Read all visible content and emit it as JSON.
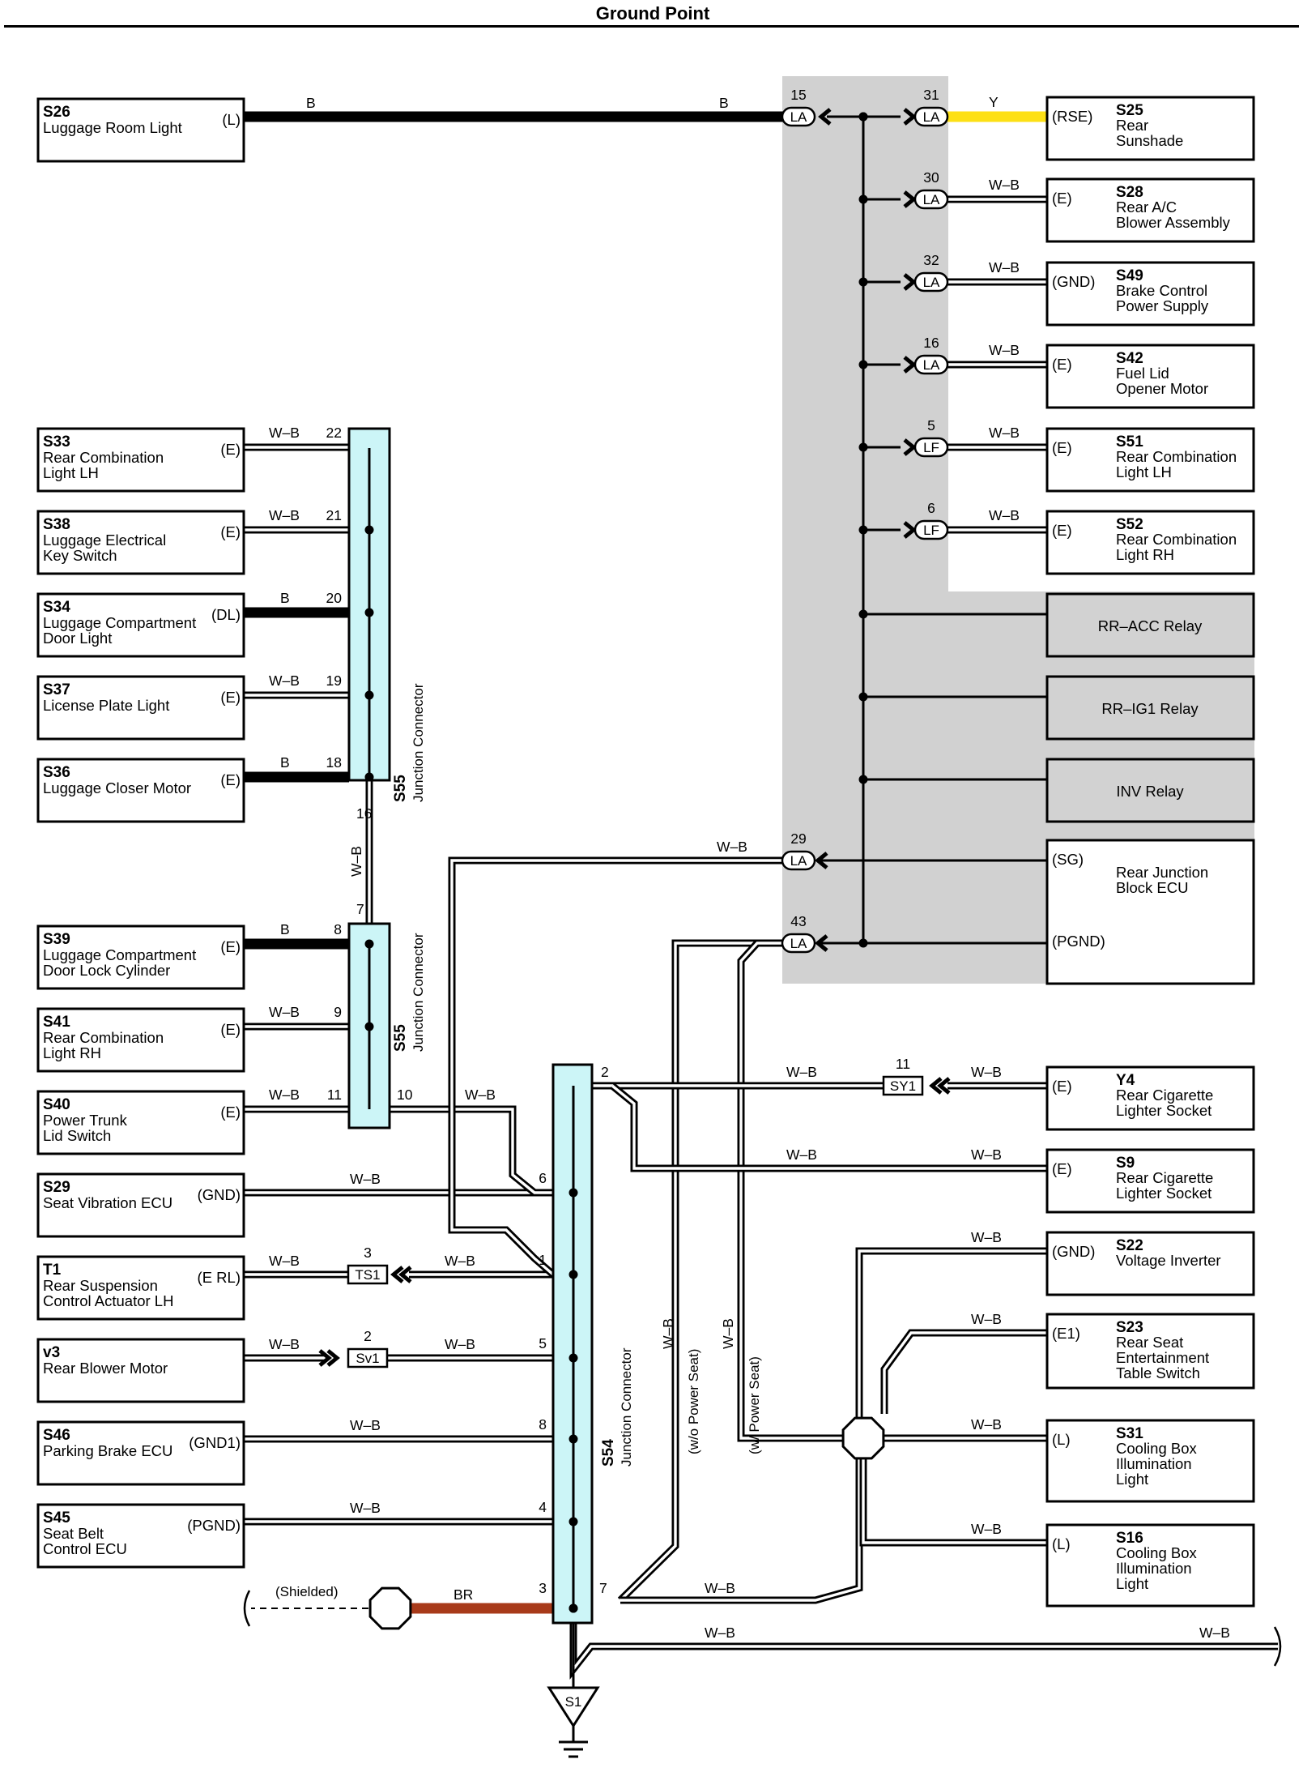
{
  "title": "Ground Point",
  "colors": {
    "yellow_wire": "#fde015",
    "brown_wire": "#a83a1a",
    "junction_fill": "#ccf5f7",
    "junction_block_gray": "#d1d1d1",
    "relay_gray": "#d2d2d2"
  },
  "left_components": [
    {
      "id": "S26",
      "name": [
        "Luggage Room Light"
      ],
      "pin": "(L)",
      "wire": "B"
    },
    {
      "id": "S33",
      "name": [
        "Rear Combination",
        "Light LH"
      ],
      "pin": "(E)",
      "wire": "W–B",
      "num": "22"
    },
    {
      "id": "S38",
      "name": [
        "Luggage Electrical",
        "Key Switch"
      ],
      "pin": "(E)",
      "wire": "W–B",
      "num": "21"
    },
    {
      "id": "S34",
      "name": [
        "Luggage Compartment",
        "Door Light"
      ],
      "pin": "(DL)",
      "wire": "B",
      "num": "20"
    },
    {
      "id": "S37",
      "name": [
        "License Plate Light"
      ],
      "pin": "(E)",
      "wire": "W–B",
      "num": "19"
    },
    {
      "id": "S36",
      "name": [
        "Luggage Closer Motor"
      ],
      "pin": "(E)",
      "wire": "B",
      "num": "18"
    },
    {
      "id": "S39",
      "name": [
        "Luggage Compartment",
        "Door Lock Cylinder"
      ],
      "pin": "(E)",
      "wire": "B",
      "num": "8"
    },
    {
      "id": "S41",
      "name": [
        "Rear Combination",
        "Light RH"
      ],
      "pin": "(E)",
      "wire": "W–B",
      "num": "9"
    },
    {
      "id": "S40",
      "name": [
        "Power Trunk",
        "Lid Switch"
      ],
      "pin": "(E)",
      "wire": "W–B",
      "num": "11"
    },
    {
      "id": "S29",
      "name": [
        "Seat Vibration ECU"
      ],
      "pin": "(GND)",
      "wire": "W–B",
      "num": "6"
    },
    {
      "id": "T1",
      "name": [
        "Rear Suspension",
        "Control Actuator LH"
      ],
      "pin": "(E RL)",
      "wire": "W–B",
      "num": "1"
    },
    {
      "id": "v3",
      "name": [
        "Rear Blower Motor"
      ],
      "pin": "",
      "wire": "W–B",
      "num": "5"
    },
    {
      "id": "S46",
      "name": [
        "Parking Brake ECU"
      ],
      "pin": "(GND1)",
      "wire": "W–B",
      "num": "8"
    },
    {
      "id": "S45",
      "name": [
        "Seat Belt",
        "Control ECU"
      ],
      "pin": "(PGND)",
      "wire": "W–B",
      "num": "4"
    }
  ],
  "right_components": [
    {
      "id": "S25",
      "name": [
        "Rear",
        "Sunshade"
      ],
      "pin": "(RSE)",
      "wire": "Y",
      "num": "31",
      "conn": "LA"
    },
    {
      "id": "S28",
      "name": [
        "Rear A/C",
        "Blower Assembly"
      ],
      "pin": "(E)",
      "wire": "W–B",
      "num": "30",
      "conn": "LA"
    },
    {
      "id": "S49",
      "name": [
        "Brake Control",
        "Power Supply"
      ],
      "pin": "(GND)",
      "wire": "W–B",
      "num": "32",
      "conn": "LA"
    },
    {
      "id": "S42",
      "name": [
        "Fuel Lid",
        "Opener Motor"
      ],
      "pin": "(E)",
      "wire": "W–B",
      "num": "16",
      "conn": "LA"
    },
    {
      "id": "S51",
      "name": [
        "Rear Combination",
        "Light LH"
      ],
      "pin": "(E)",
      "wire": "W–B",
      "num": "5",
      "conn": "LF"
    },
    {
      "id": "S52",
      "name": [
        "Rear Combination",
        "Light RH"
      ],
      "pin": "(E)",
      "wire": "W–B",
      "num": "6",
      "conn": "LF"
    },
    {
      "id": "Y4",
      "name": [
        "Rear Cigarette",
        "Lighter Socket"
      ],
      "pin": "(E)",
      "wire": "W–B"
    },
    {
      "id": "S9",
      "name": [
        "Rear Cigarette",
        "Lighter Socket"
      ],
      "pin": "(E)",
      "wire": "W–B"
    },
    {
      "id": "S22",
      "name": [
        "Voltage Inverter"
      ],
      "pin": "(GND)",
      "wire": "W–B"
    },
    {
      "id": "S23",
      "name": [
        "Rear Seat",
        "Entertainment",
        "Table Switch"
      ],
      "pin": "(E1)",
      "wire": "W–B"
    },
    {
      "id": "S31",
      "name": [
        "Cooling Box",
        "Illumination",
        "Light"
      ],
      "pin": "(L)",
      "wire": "W–B"
    },
    {
      "id": "S16",
      "name": [
        "Cooling Box",
        "Illumination",
        "Light"
      ],
      "pin": "(L)",
      "wire": "W–B"
    }
  ],
  "relays": [
    "RR–ACC Relay",
    "RR–IG1 Relay",
    "INV Relay"
  ],
  "rjb": {
    "name": [
      "Rear Junction",
      "Block ECU"
    ],
    "pin_sg": "(SG)",
    "pin_pgnd": "(PGND)"
  },
  "la_connectors": [
    {
      "num": "15",
      "conn": "LA",
      "wire": "B"
    },
    {
      "num": "29",
      "conn": "LA",
      "wire": "W–B"
    },
    {
      "num": "43",
      "conn": "LA"
    }
  ],
  "junctions": {
    "s55": {
      "id": "S55",
      "label": "Junction Connector",
      "pin16": "16",
      "pin7": "7",
      "pin10": "10",
      "wire": "W–B"
    },
    "s54": {
      "id": "S54",
      "label": "Junction Connector",
      "pin2": "2",
      "pin3": "3",
      "pin7": "7"
    }
  },
  "inline_connectors": {
    "sy1": {
      "id": "SY1",
      "num": "11"
    },
    "ts1": {
      "id": "TS1",
      "num": "3"
    },
    "sv1": {
      "id": "Sv1",
      "num": "2"
    }
  },
  "labels": {
    "wo_power_seat": "(w/o Power Seat)",
    "w_power_seat": "(w/ Power Seat)",
    "shielded": "(Shielded)",
    "br": "BR",
    "wb": "W–B",
    "ground": "S1"
  }
}
